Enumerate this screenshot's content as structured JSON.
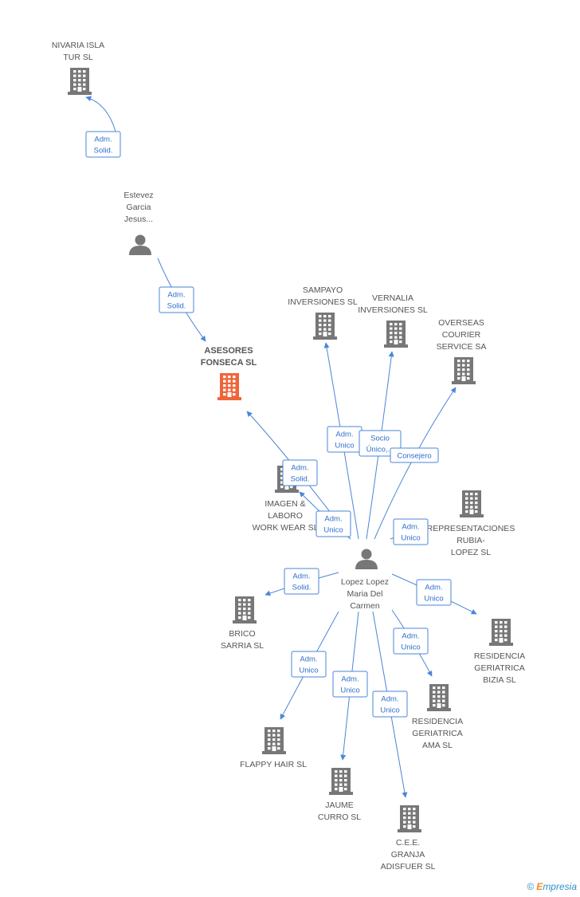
{
  "colors": {
    "edge": "#4a86d8",
    "company_icon": "#777777",
    "highlight_icon": "#f0643a",
    "person_icon": "#777777"
  },
  "nodes": [
    {
      "id": "nivaria",
      "type": "company",
      "label": [
        "NIVARIA ISLA",
        "TUR SL"
      ]
    },
    {
      "id": "estevez",
      "type": "person",
      "label": [
        "Estevez",
        "Garcia",
        "Jesus..."
      ]
    },
    {
      "id": "asesores",
      "type": "company",
      "highlight": true,
      "label": [
        "ASESORES",
        "FONSECA SL"
      ]
    },
    {
      "id": "sampayo",
      "type": "company",
      "label": [
        "SAMPAYO",
        "INVERSIONES SL"
      ]
    },
    {
      "id": "vernalia",
      "type": "company",
      "label": [
        "VERNALIA",
        "INVERSIONES SL"
      ]
    },
    {
      "id": "overseas",
      "type": "company",
      "label": [
        "OVERSEAS",
        "COURIER",
        "SERVICE SA"
      ]
    },
    {
      "id": "imagen",
      "type": "company",
      "label": [
        "IMAGEN &",
        "LABORO",
        "WORK WEAR SL"
      ]
    },
    {
      "id": "representaciones",
      "type": "company",
      "label": [
        "REPRESENTACIONES",
        "RUBIA-",
        "LOPEZ SL"
      ]
    },
    {
      "id": "lopez",
      "type": "person",
      "label": [
        "Lopez Lopez",
        "Maria Del",
        "Carmen"
      ]
    },
    {
      "id": "brico",
      "type": "company",
      "label": [
        "BRICO",
        "SARRIA SL"
      ]
    },
    {
      "id": "bizia",
      "type": "company",
      "label": [
        "RESIDENCIA",
        "GERIATRICA",
        "BIZIA SL"
      ]
    },
    {
      "id": "ama",
      "type": "company",
      "label": [
        "RESIDENCIA",
        "GERIATRICA",
        "AMA SL"
      ]
    },
    {
      "id": "flappy",
      "type": "company",
      "label": [
        "FLAPPY HAIR SL"
      ]
    },
    {
      "id": "jaume",
      "type": "company",
      "label": [
        "JAUME",
        "CURRO  SL"
      ]
    },
    {
      "id": "granja",
      "type": "company",
      "label": [
        "C.E.E.",
        "GRANJA",
        "ADISFUER  SL"
      ]
    }
  ],
  "edges": [
    {
      "from": "estevez",
      "to": "nivaria",
      "label": [
        "Adm.",
        "Solid."
      ]
    },
    {
      "from": "estevez",
      "to": "asesores",
      "label": [
        "Adm.",
        "Solid."
      ]
    },
    {
      "from": "lopez",
      "to": "asesores",
      "label": [
        "Adm.",
        "Solid."
      ]
    },
    {
      "from": "lopez",
      "to": "sampayo",
      "label": [
        "Adm.",
        "Unico"
      ]
    },
    {
      "from": "lopez",
      "to": "vernalia",
      "label": [
        "Socio",
        "Único,..."
      ]
    },
    {
      "from": "lopez",
      "to": "overseas",
      "label": [
        "Consejero"
      ]
    },
    {
      "from": "lopez",
      "to": "imagen",
      "label": [
        "Adm.",
        "Unico"
      ]
    },
    {
      "from": "lopez",
      "to": "representaciones",
      "label": [
        "Adm.",
        "Unico"
      ]
    },
    {
      "from": "lopez",
      "to": "brico",
      "label": [
        "Adm.",
        "Solid."
      ]
    },
    {
      "from": "lopez",
      "to": "bizia",
      "label": [
        "Adm.",
        "Unico"
      ]
    },
    {
      "from": "lopez",
      "to": "ama",
      "label": [
        "Adm.",
        "Unico"
      ]
    },
    {
      "from": "lopez",
      "to": "flappy",
      "label": [
        "Adm.",
        "Unico"
      ]
    },
    {
      "from": "lopez",
      "to": "jaume",
      "label": [
        "Adm.",
        "Unico"
      ]
    },
    {
      "from": "lopez",
      "to": "granja",
      "label": [
        "Adm.",
        "Unico"
      ]
    }
  ],
  "footer": {
    "copyright": "©",
    "brand_initial": "E",
    "brand_rest": "mpresia"
  }
}
